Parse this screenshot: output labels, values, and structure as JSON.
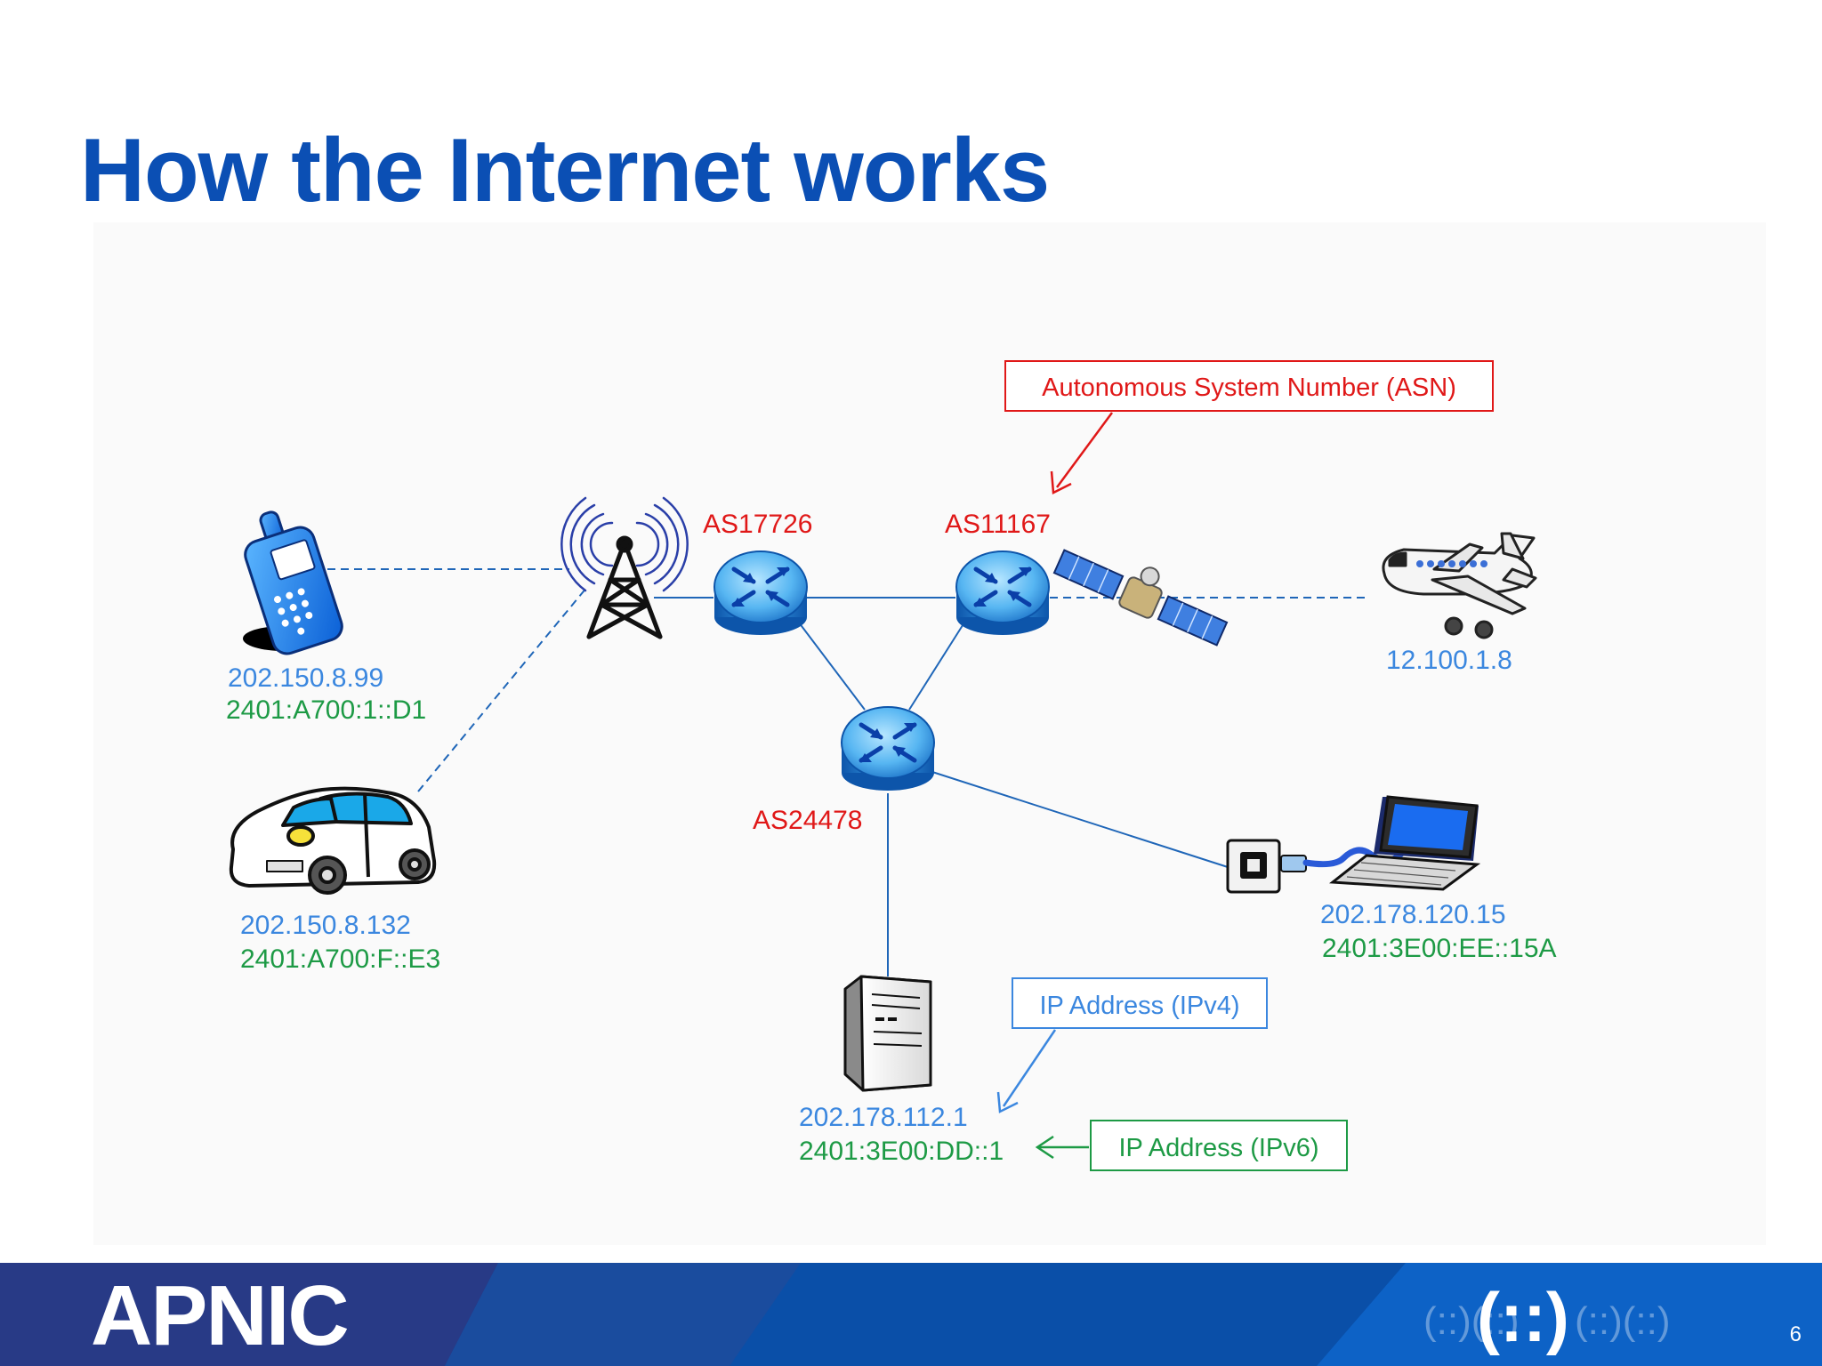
{
  "slide": {
    "title": "How the Internet works",
    "page_number": "6",
    "brand": "APNIC"
  },
  "callouts": {
    "asn": "Autonomous System Number (ASN)",
    "ipv4": "IP Address (IPv4)",
    "ipv6": "IP Address (IPv6)"
  },
  "routers": {
    "r1": "AS17726",
    "r2": "AS11167",
    "r3": "AS24478"
  },
  "devices": {
    "phone": {
      "ipv4": "202.150.8.99",
      "ipv6": "2401:A700:1::D1"
    },
    "car": {
      "ipv4": "202.150.8.132",
      "ipv6": "2401:A700:F::E3"
    },
    "plane": {
      "ipv4": "12.100.1.8"
    },
    "laptop": {
      "ipv4": "202.178.120.15",
      "ipv6": "2401:3E00:EE::15A"
    },
    "server": {
      "ipv4": "202.178.112.1",
      "ipv6": "2401:3E00:DD::1"
    }
  },
  "colors": {
    "title": "#0b4fb4",
    "asn_red": "#e01818",
    "ipv4_blue": "#3b87df",
    "ipv6_green": "#1d9a45",
    "link": "#1f66b8",
    "footer": "#0a4fa8"
  },
  "icons": [
    "phone-icon",
    "car-icon",
    "tower-icon",
    "router-icon",
    "satellite-icon",
    "airplane-icon",
    "laptop-icon",
    "wall-socket-icon",
    "server-icon"
  ]
}
